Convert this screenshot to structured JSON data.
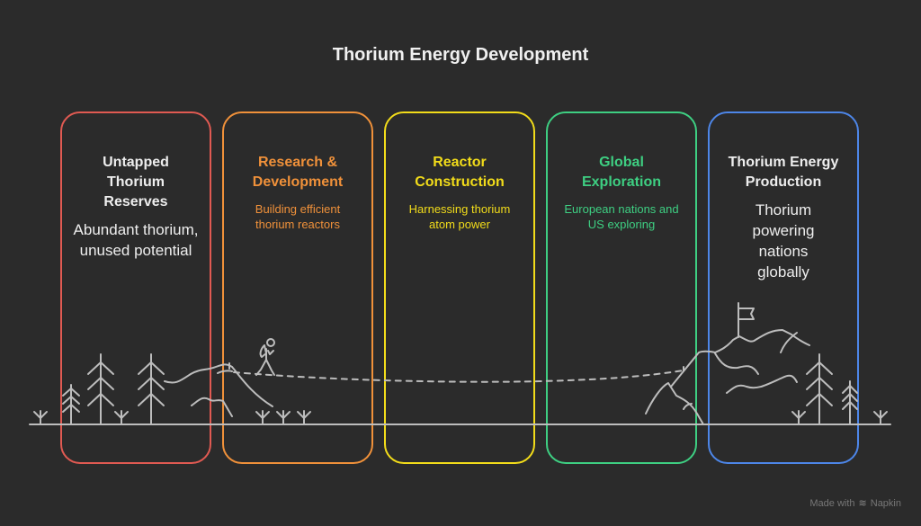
{
  "title": "Thorium Energy Development",
  "stages": [
    {
      "title": "Untapped Thorium Reserves",
      "description": "Abundant thorium, unused potential",
      "color": "#e05a52"
    },
    {
      "title": "Research & Development",
      "description": "Building efficient thorium reactors",
      "color": "#f0913a"
    },
    {
      "title": "Reactor Construction",
      "description": "Harnessing thorium atom power",
      "color": "#f2dc1a"
    },
    {
      "title": "Global Exploration",
      "description": "European nations and US exploring",
      "color": "#3ecf82"
    },
    {
      "title": "Thorium Energy Production",
      "description": "Thorium powering nations globally",
      "color": "#4d86e8"
    }
  ],
  "footer": {
    "made_with": "Made with",
    "brand": "Napkin"
  }
}
